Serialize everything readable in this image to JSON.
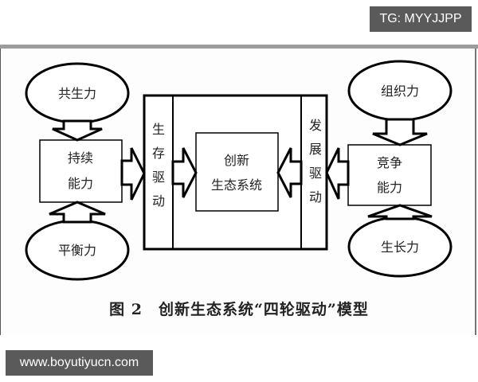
{
  "badges": {
    "top_right": "TG: MYYJJPP",
    "bottom_left": "www.boyutiyucn.com"
  },
  "diagram": {
    "left": {
      "top_force": "共生力",
      "capability_line1": "持续",
      "capability_line2": "能力",
      "bottom_force": "平衡力"
    },
    "right": {
      "top_force": "组织力",
      "capability_line1": "竞争",
      "capability_line2": "能力",
      "bottom_force": "生长力"
    },
    "left_drive": [
      "生",
      "存",
      "驱",
      "动"
    ],
    "right_drive": [
      "发",
      "展",
      "驱",
      "动"
    ],
    "center_line1": "创新",
    "center_line2": "生态系统",
    "colors": {
      "stroke": "#000000",
      "text": "#222222",
      "badge": "#5a5a5a"
    }
  },
  "caption": {
    "figure_number": "图 2",
    "title": "创新生态系统“四轮驱动”模型"
  }
}
